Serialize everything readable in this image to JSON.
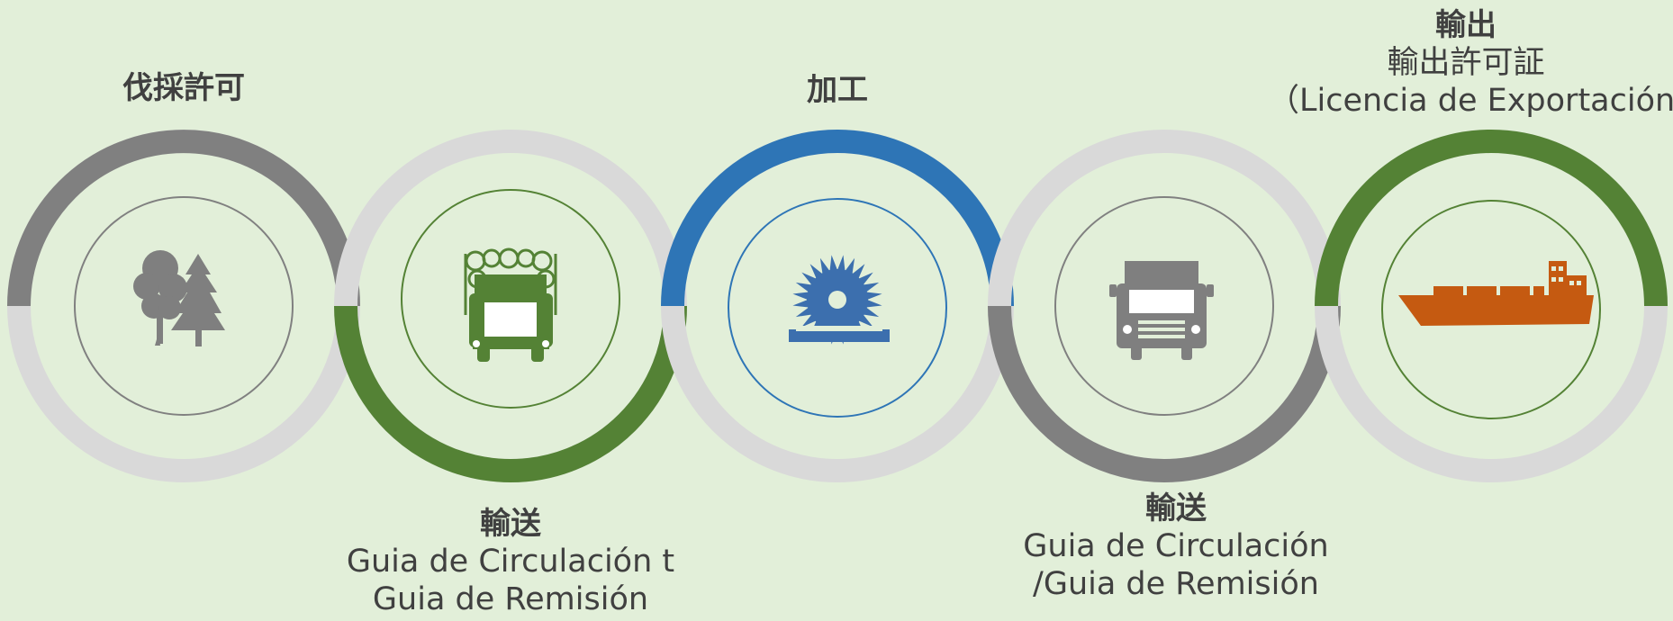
{
  "steps": [
    {
      "title": "伐採許可",
      "lines": []
    },
    {
      "title": "輸送",
      "lines": [
        "Guia de Circulación t",
        "Guia de Remisión"
      ]
    },
    {
      "title": "加工",
      "lines": []
    },
    {
      "title": "輸送",
      "lines": [
        "Guia de Circulación",
        "/Guia de Remisión"
      ]
    },
    {
      "title": "輸出",
      "lines": [
        "輸出許可証",
        "（Licencia de Exportación）"
      ]
    }
  ],
  "colors": {
    "background": "#e2efd9",
    "ring_light": "#d9d9d9",
    "gray": "#808080",
    "green": "#548235",
    "blue": "#2e75b6",
    "orange": "#c55a11"
  },
  "icons": [
    "trees-icon",
    "logging-truck-icon",
    "saw-blade-icon",
    "truck-icon",
    "cargo-ship-icon"
  ]
}
